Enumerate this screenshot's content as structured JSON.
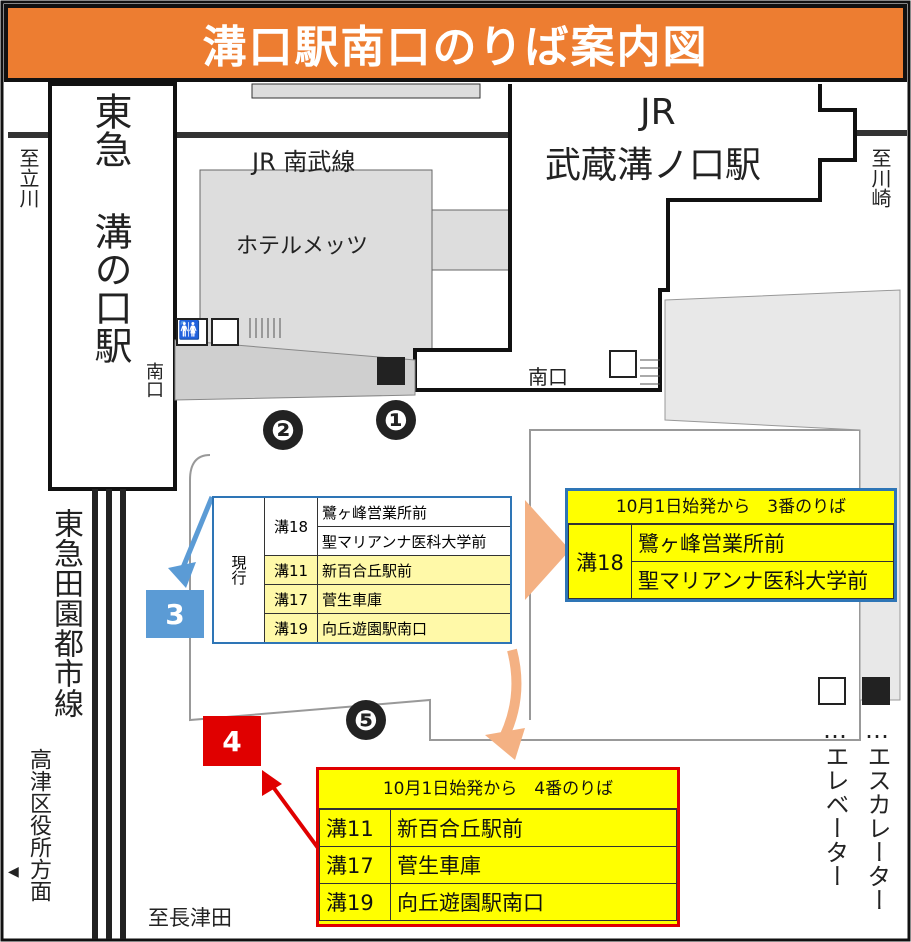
{
  "title": "溝口駅南口のりば案内図",
  "labels": {
    "tokyu_station": "東急 溝の口駅",
    "jr_station_line1": "JR",
    "jr_station_line2": "武蔵溝ノ口駅",
    "jr_nambu": "JR 南武線",
    "hotel": "ホテルメッツ",
    "to_tachikawa": "至立川",
    "to_kawasaki": "至川崎",
    "to_nagatsuta": "至長津田",
    "denentoshi_line": "東急田園都市線",
    "takatsu_office": "高津区役所方面",
    "south_exit_tokyu": "南口",
    "south_exit_jr": "南口",
    "elevator": "…エレベーター",
    "escalator": "…エスカレーター"
  },
  "stops": {
    "stop1": "❶",
    "stop2": "❷",
    "stop3": "3",
    "stop4": "4",
    "stop5": "❺"
  },
  "current_table": {
    "side_label": "現行",
    "rows": [
      {
        "route": "溝18",
        "destination": "鷺ヶ峰営業所前"
      },
      {
        "route": "",
        "destination": "聖マリアンナ医科大学前"
      },
      {
        "route": "溝11",
        "destination": "新百合丘駅前"
      },
      {
        "route": "溝17",
        "destination": "菅生車庫"
      },
      {
        "route": "溝19",
        "destination": "向丘遊園駅南口"
      }
    ]
  },
  "stop3_table": {
    "header": "10月1日始発から　3番のりば",
    "route": "溝18",
    "destinations": [
      "鷺ヶ峰営業所前",
      "聖マリアンナ医科大学前"
    ]
  },
  "stop4_table": {
    "header": "10月1日始発から　4番のりば",
    "rows": [
      {
        "route": "溝11",
        "destination": "新百合丘駅前"
      },
      {
        "route": "溝17",
        "destination": "菅生車庫"
      },
      {
        "route": "溝19",
        "destination": "向丘遊園駅南口"
      }
    ]
  },
  "colors": {
    "title_bg": "#ED7D31",
    "stop3_blue": "#5B9BD5",
    "stop4_red": "#E00000",
    "table_yellow": "#FFFF00",
    "arrow_peach": "#F4B183"
  }
}
